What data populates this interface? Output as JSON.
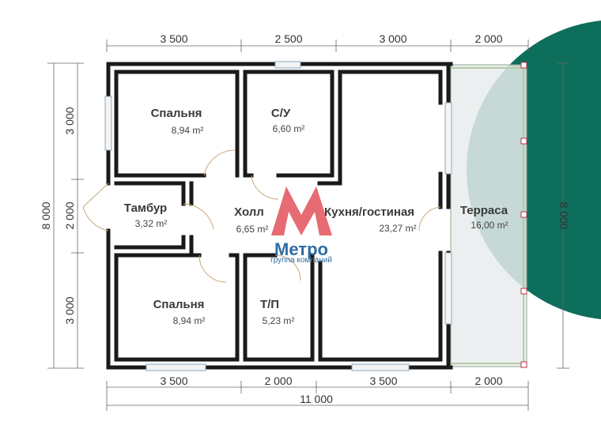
{
  "dimensions": {
    "top": [
      "3 500",
      "2 500",
      "3 000",
      "2 000"
    ],
    "bottom": [
      "3 500",
      "2 000",
      "3 500",
      "2 000"
    ],
    "total_width": "11 000",
    "left": [
      "3 000",
      "2 000",
      "3 000"
    ],
    "left_total": "8 000",
    "right_total": "8 000"
  },
  "rooms": [
    {
      "name": "Спальня",
      "area": "8,94 m²"
    },
    {
      "name": "С/У",
      "area": "6,60 m²"
    },
    {
      "name": "Тамбур",
      "area": "3,32 m²"
    },
    {
      "name": "Холл",
      "area": "6,65 m²"
    },
    {
      "name": "Кухня/гостиная",
      "area": "23,27 m²"
    },
    {
      "name": "Терраса",
      "area": "16,00 m²"
    },
    {
      "name": "Спальня",
      "area": "8,94 m²"
    },
    {
      "name": "Т/П",
      "area": "5,23 m²"
    }
  ],
  "logo": {
    "name": "Метро",
    "subtitle": "группа компаний"
  },
  "colors": {
    "wall": "#1a1a1a",
    "terrace": "#e9ecec",
    "accent": "#0d6e5c",
    "logo_red": "#e2515a",
    "logo_blue": "#2e6da4"
  }
}
